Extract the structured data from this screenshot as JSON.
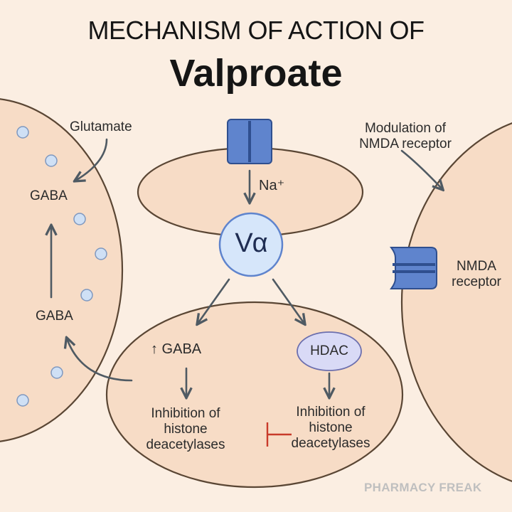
{
  "header": {
    "title_line1": "MECHANISM OF ACTION OF",
    "title_line2": "Valproate"
  },
  "left_cell": {
    "glutamate": "Glutamate",
    "gaba_top": "GABA",
    "gaba_bottom": "GABA"
  },
  "top_cell": {
    "ion": "Na⁺",
    "drug": "Vα"
  },
  "bottom_cell": {
    "gaba_increase": "↑ GABA",
    "hdac": "HDAC",
    "left_outcome": [
      "Inhibition of",
      "histone",
      "deacetylases"
    ],
    "right_outcome": [
      "Inhibition of",
      "histone",
      "deacetylases"
    ]
  },
  "right_cell": {
    "modulation": [
      "Modulation of",
      "NMDA receptor"
    ],
    "receptor": [
      "NMDA",
      "receptor"
    ]
  },
  "watermark": "PHARMACY FREAK",
  "colors": {
    "cell_fill": "#f7dcc6",
    "cell_stroke": "#5a4634",
    "channel": "#5f84cd",
    "vesicle": "#cfe0f5",
    "drug_fill": "#d6e6fa",
    "hdac_fill": "#d9daf6",
    "arrow": "#4f5a63",
    "inhibit": "#c83a2a"
  }
}
